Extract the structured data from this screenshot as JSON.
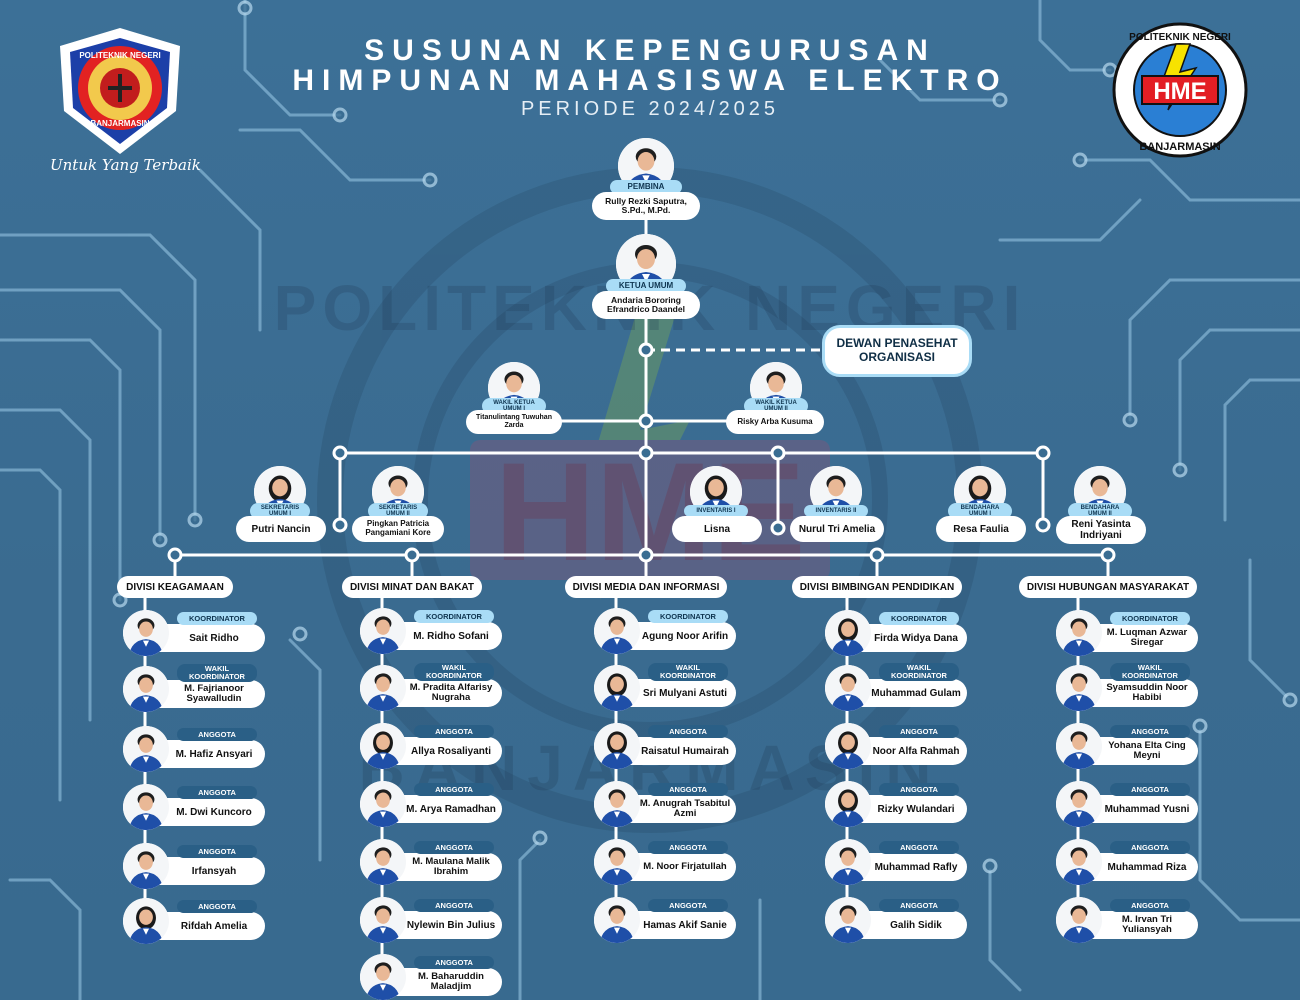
{
  "header": {
    "title_line1": "SUSUNAN KEPENGURUSAN",
    "title_line2": "HIMPUNAN MAHASISWA ELEKTRO",
    "period": "PERIODE 2024/2025",
    "motto": "Untuk Yang Terbaik"
  },
  "logos": {
    "left_text_top": "POLITEKNIK NEGERI",
    "left_text_bottom": "BANJARMASIN",
    "right_text_top": "POLITEKNIK NEGERI",
    "right_text_center": "HME",
    "right_text_bottom": "BANJARMASIN"
  },
  "watermark": {
    "text_top": "POLITEKNIK NEGERI",
    "text_center": "HME",
    "text_bottom": "BANJARMASIN"
  },
  "pembina": {
    "role": "PEMBINA",
    "name_line1": "Rully Rezki Saputra,",
    "name_line2": "S.Pd., M.Pd."
  },
  "ketua": {
    "role": "KETUA UMUM",
    "name_line1": "Andaria Bororing",
    "name_line2": "Efrandrico Daandel"
  },
  "dewan": {
    "line1": "DEWAN PENASEHAT",
    "line2": "ORGANISASI"
  },
  "wakil1": {
    "role_line1": "WAKIL KETUA",
    "role_line2": "UMUM I",
    "name_line1": "Titanulintang Tuwuhan",
    "name_line2": "Zarda"
  },
  "wakil2": {
    "role_line1": "WAKIL KETUA",
    "role_line2": "UMUM II",
    "name": "Risky Arba Kusuma"
  },
  "sek1": {
    "role_line1": "SEKRETARIS",
    "role_line2": "UMUM I",
    "name": "Putri Nancin"
  },
  "sek2": {
    "role_line1": "SEKRETARIS",
    "role_line2": "UMUM II",
    "name_line1": "Pingkan Patricia",
    "name_line2": "Pangamiani Kore"
  },
  "inv1": {
    "role": "INVENTARIS I",
    "name": "Lisna"
  },
  "inv2": {
    "role": "INVENTARIS II",
    "name": "Nurul Tri Amelia"
  },
  "ben1": {
    "role_line1": "BENDAHARA",
    "role_line2": "UMUM I",
    "name": "Resa Faulia"
  },
  "ben2": {
    "role_line1": "BENDAHARA",
    "role_line2": "UMUM II",
    "name_line1": "Reni Yasinta",
    "name_line2": "Indriyani"
  },
  "divisions": [
    {
      "name": "DIVISI KEAGAMAAN",
      "members": [
        {
          "role": "KOORDINATOR",
          "name": "Sait Ridho"
        },
        {
          "role": "WAKIL KOORDINATOR",
          "name": "M. Fajrianoor Syawalludin"
        },
        {
          "role": "ANGGOTA",
          "name": "M. Hafiz Ansyari"
        },
        {
          "role": "ANGGOTA",
          "name": "M. Dwi Kuncoro"
        },
        {
          "role": "ANGGOTA",
          "name": "Irfansyah"
        },
        {
          "role": "ANGGOTA",
          "name": "Rifdah Amelia"
        }
      ]
    },
    {
      "name": "DIVISI MINAT DAN BAKAT",
      "members": [
        {
          "role": "KOORDINATOR",
          "name": "M. Ridho Sofani"
        },
        {
          "role": "WAKIL KOORDINATOR",
          "name": "M. Pradita Alfarisy Nugraha"
        },
        {
          "role": "ANGGOTA",
          "name": "Allya Rosaliyanti"
        },
        {
          "role": "ANGGOTA",
          "name": "M. Arya Ramadhan"
        },
        {
          "role": "ANGGOTA",
          "name": "M. Maulana Malik Ibrahim"
        },
        {
          "role": "ANGGOTA",
          "name": "Nylewin Bin Julius"
        },
        {
          "role": "ANGGOTA",
          "name": "M. Baharuddin Maladjim"
        }
      ]
    },
    {
      "name": "DIVISI MEDIA DAN INFORMASI",
      "members": [
        {
          "role": "KOORDINATOR",
          "name": "Agung Noor Arifin"
        },
        {
          "role": "WAKIL KOORDINATOR",
          "name": "Sri Mulyani Astuti"
        },
        {
          "role": "ANGGOTA",
          "name": "Raisatul Humairah"
        },
        {
          "role": "ANGGOTA",
          "name": "M. Anugrah Tsabitul Azmi"
        },
        {
          "role": "ANGGOTA",
          "name": "M. Noor Firjatullah"
        },
        {
          "role": "ANGGOTA",
          "name": "Hamas Akif Sanie"
        }
      ]
    },
    {
      "name": "DIVISI BIMBINGAN PENDIDIKAN",
      "members": [
        {
          "role": "KOORDINATOR",
          "name": "Firda Widya Dana"
        },
        {
          "role": "WAKIL KOORDINATOR",
          "name": "Muhammad Gulam"
        },
        {
          "role": "ANGGOTA",
          "name": "Noor Alfa Rahmah"
        },
        {
          "role": "ANGGOTA",
          "name": "Rizky Wulandari"
        },
        {
          "role": "ANGGOTA",
          "name": "Muhammad Rafly"
        },
        {
          "role": "ANGGOTA",
          "name": "Galih Sidik"
        }
      ]
    },
    {
      "name": "DIVISI HUBUNGAN MASYARAKAT",
      "members": [
        {
          "role": "KOORDINATOR",
          "name": "M. Luqman Azwar Siregar"
        },
        {
          "role": "WAKIL KOORDINATOR",
          "name": "Syamsuddin Noor Habibi"
        },
        {
          "role": "ANGGOTA",
          "name": "Yohana Elta Cing Meyni"
        },
        {
          "role": "ANGGOTA",
          "name": "Muhammad Yusni"
        },
        {
          "role": "ANGGOTA",
          "name": "Muhammad Riza"
        },
        {
          "role": "ANGGOTA",
          "name": "M. Irvan Tri Yuliansyah"
        }
      ]
    }
  ],
  "colors": {
    "background": "#3a6d92",
    "circuit": "#b7d9ee",
    "tag_light": "#a9dcf6",
    "tag_dark": "#2a5f86",
    "jacket": "#1f4fa8"
  }
}
